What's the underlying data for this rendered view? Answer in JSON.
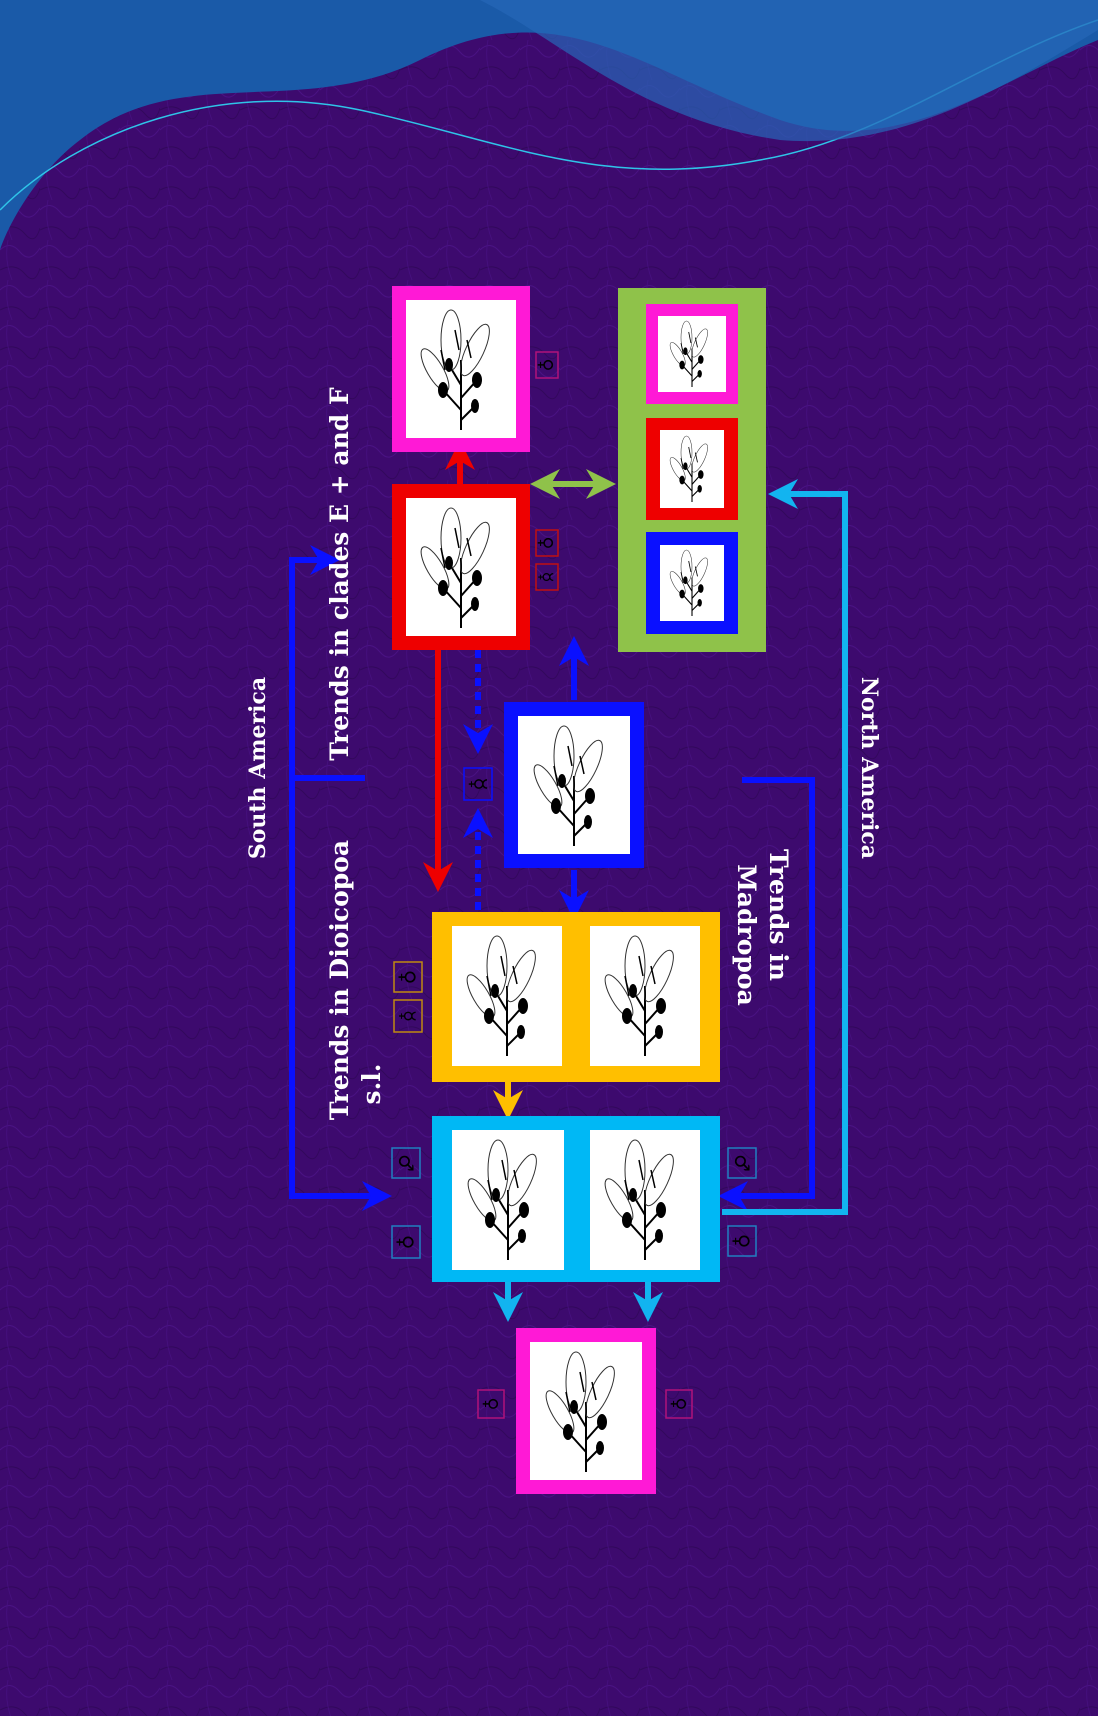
{
  "labels": {
    "south_america": "South America",
    "north_america": "North America",
    "trends_e_f": "Trends in clades E + and F",
    "trends_dioicopoa": "Trends in Dioicopoa",
    "trends_dioicopoa_sl": "s.l.",
    "trends_madropoa_1": "Trends in",
    "trends_madropoa_2": "Madropoa"
  },
  "symbols": {
    "female": "♀",
    "male": "♂",
    "hermaphrodite": "☿"
  },
  "colors": {
    "background": "#3d0a6e",
    "magenta": "#ff19d6",
    "red": "#ee0000",
    "blue": "#0a10ff",
    "yellow": "#ffbf00",
    "cyan": "#00b8f5",
    "green": "#8fc24a",
    "dark_blue_arrow": "#0a10ff",
    "light_blue_arrow": "#12b4f0"
  }
}
